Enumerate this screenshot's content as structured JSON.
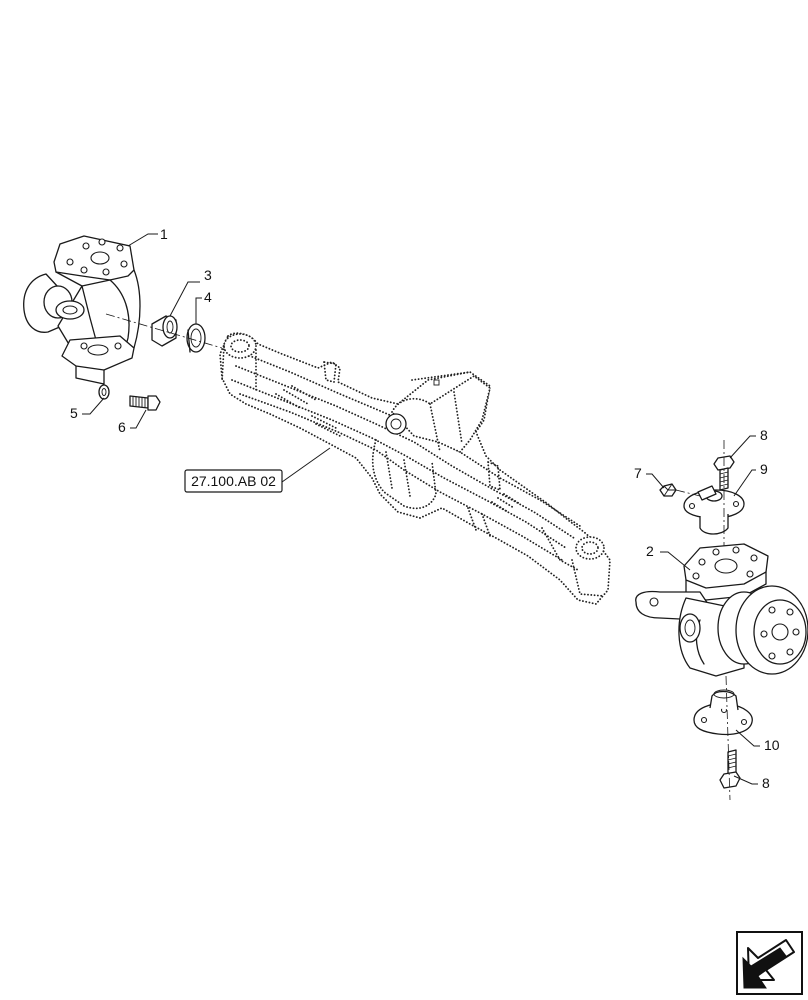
{
  "callouts": {
    "c1": "1",
    "c2": "2",
    "c3": "3",
    "c4": "4",
    "c5": "5",
    "c6": "6",
    "c7": "7",
    "c8a": "8",
    "c8b": "8",
    "c9": "9",
    "c10": "10"
  },
  "reference": {
    "label": "27.100.AB 02"
  },
  "icons": {
    "nav": "return-arrow-icon"
  }
}
